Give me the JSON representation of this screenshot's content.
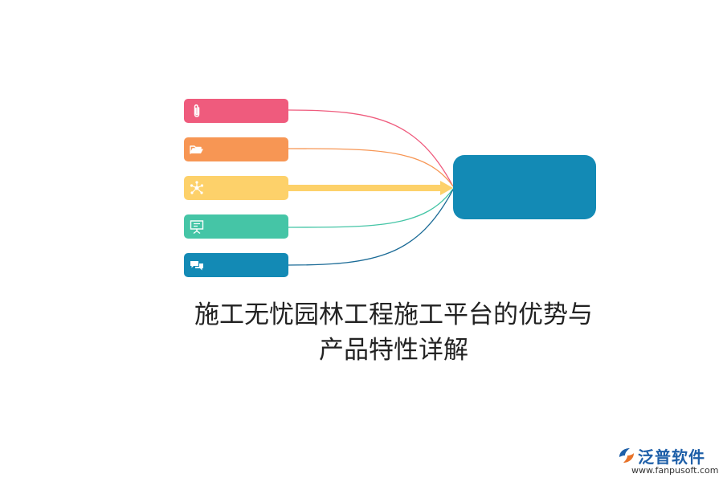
{
  "diagram": {
    "caption_line1": "施工无忧园林工程施工平台的优势与",
    "caption_line2": "产品特性详解",
    "hub": {
      "label": "",
      "color": "#138ab5"
    },
    "items": [
      {
        "label": "",
        "icon": "paperclip-icon",
        "color": "#ef5b7d"
      },
      {
        "label": "",
        "icon": "folder-icon",
        "color": "#f79654"
      },
      {
        "label": "",
        "icon": "network-icon",
        "color": "#fdd16a"
      },
      {
        "label": "",
        "icon": "presentation-board-icon",
        "color": "#45c5a6"
      },
      {
        "label": "",
        "icon": "chat-bubbles-icon",
        "color": "#138ab5"
      }
    ]
  },
  "watermark": {
    "brand": "泛普软件",
    "url": "www.fanpusoft.com",
    "icon": "fanpu-logo-icon",
    "colors": {
      "brand": "#1e5fa8",
      "accent": "#e8732a"
    }
  }
}
